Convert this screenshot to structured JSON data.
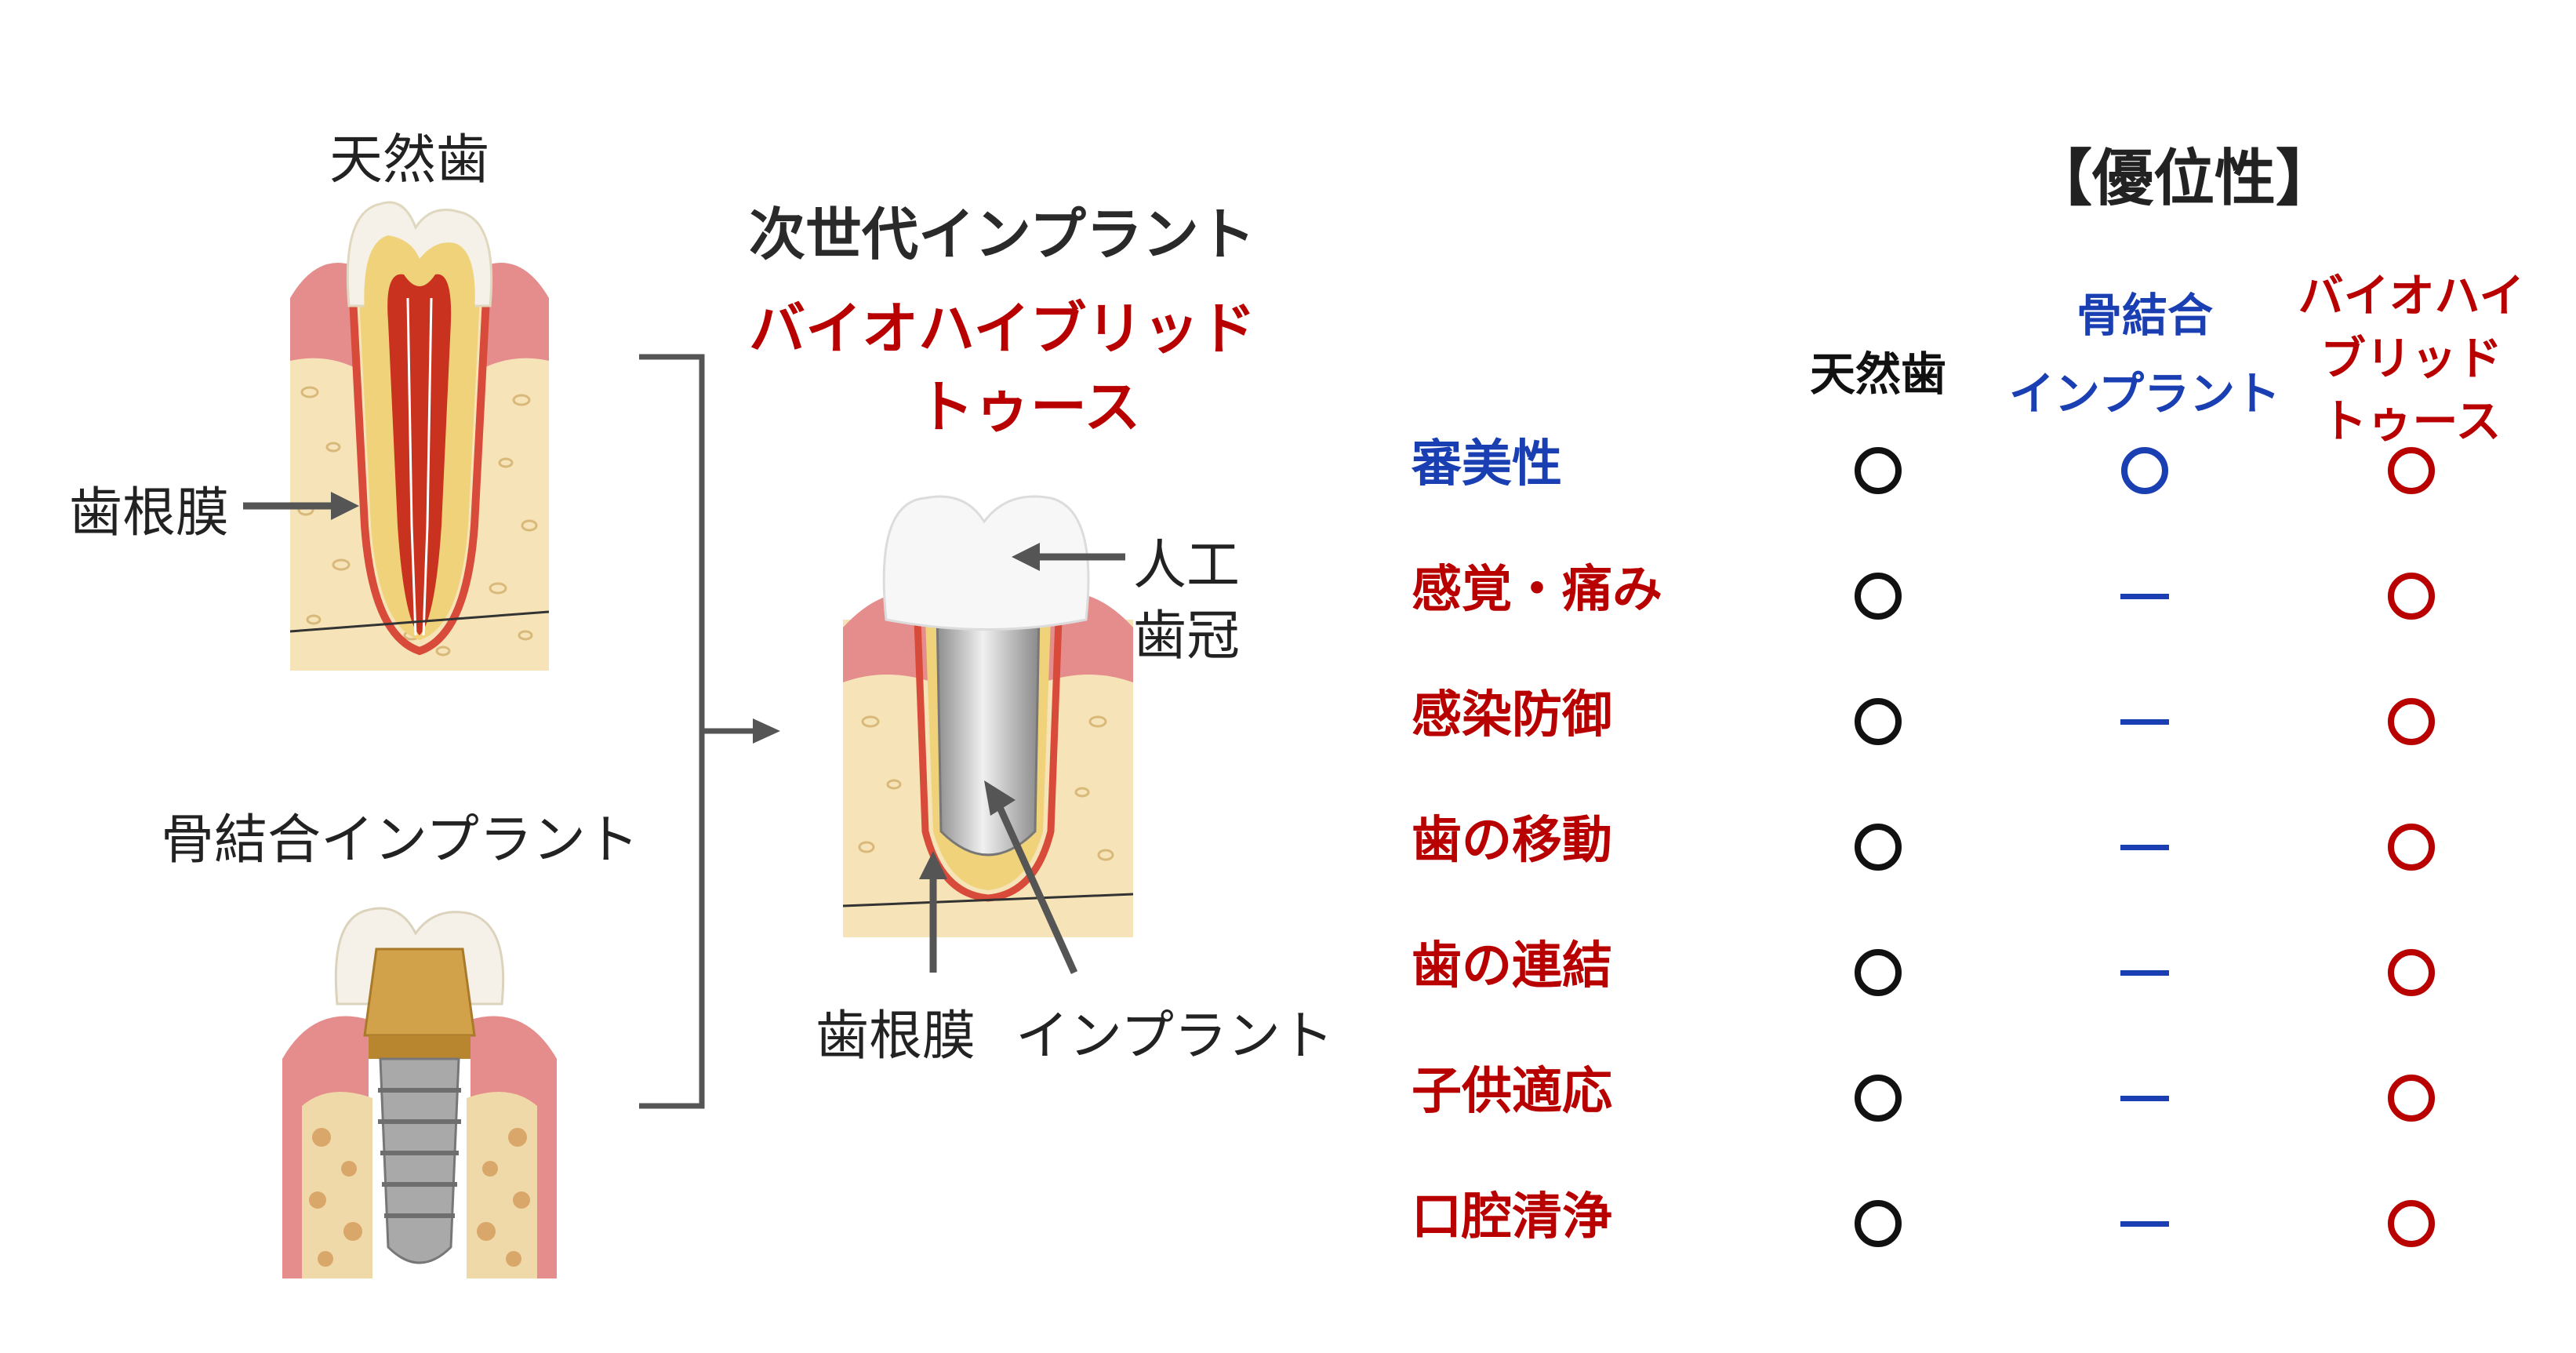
{
  "colors": {
    "red": "#b80000",
    "blue": "#1a3fb3",
    "black": "#111111",
    "enamel": "#f5f1e8",
    "gum": "#e58c8c",
    "bone": "#f6e4b8",
    "pulp": "#c8321e",
    "dentin": "#efd27a",
    "metal": "#b8b8b8",
    "gold": "#d2a24a"
  },
  "left": {
    "natural_tooth_label": "天然歯",
    "pdl_label": "歯根膜",
    "osseo_implant_label": "骨結合インプラント"
  },
  "center": {
    "title_line": "次世代インプラント",
    "hybrid_line1": "バイオハイブリッド",
    "hybrid_line2": "トゥース",
    "crown_label_line1": "人工",
    "crown_label_line2": "歯冠",
    "pdl_label": "歯根膜",
    "implant_label": "インプラント"
  },
  "table": {
    "title": "【優位性】",
    "columns": [
      {
        "lines": [
          "天然歯"
        ],
        "color": "#111111"
      },
      {
        "lines": [
          "骨結合",
          "インプラント"
        ],
        "color": "#1a3fb3"
      },
      {
        "lines": [
          "バイオハイ",
          "ブリッド",
          "トゥース"
        ],
        "color": "#b80000"
      }
    ],
    "rows": [
      {
        "label": "審美性",
        "label_color": "#1a3fb3",
        "marks": [
          "circle",
          "circle",
          "circle"
        ]
      },
      {
        "label": "感覚・痛み",
        "label_color": "#b80000",
        "marks": [
          "circle",
          "dash",
          "circle"
        ]
      },
      {
        "label": "感染防御",
        "label_color": "#b80000",
        "marks": [
          "circle",
          "dash",
          "circle"
        ]
      },
      {
        "label": "歯の移動",
        "label_color": "#b80000",
        "marks": [
          "circle",
          "dash",
          "circle"
        ]
      },
      {
        "label": "歯の連結",
        "label_color": "#b80000",
        "marks": [
          "circle",
          "dash",
          "circle"
        ]
      },
      {
        "label": "子供適応",
        "label_color": "#b80000",
        "marks": [
          "circle",
          "dash",
          "circle"
        ]
      },
      {
        "label": "口腔清浄",
        "label_color": "#b80000",
        "marks": [
          "circle",
          "dash",
          "circle"
        ]
      }
    ]
  }
}
